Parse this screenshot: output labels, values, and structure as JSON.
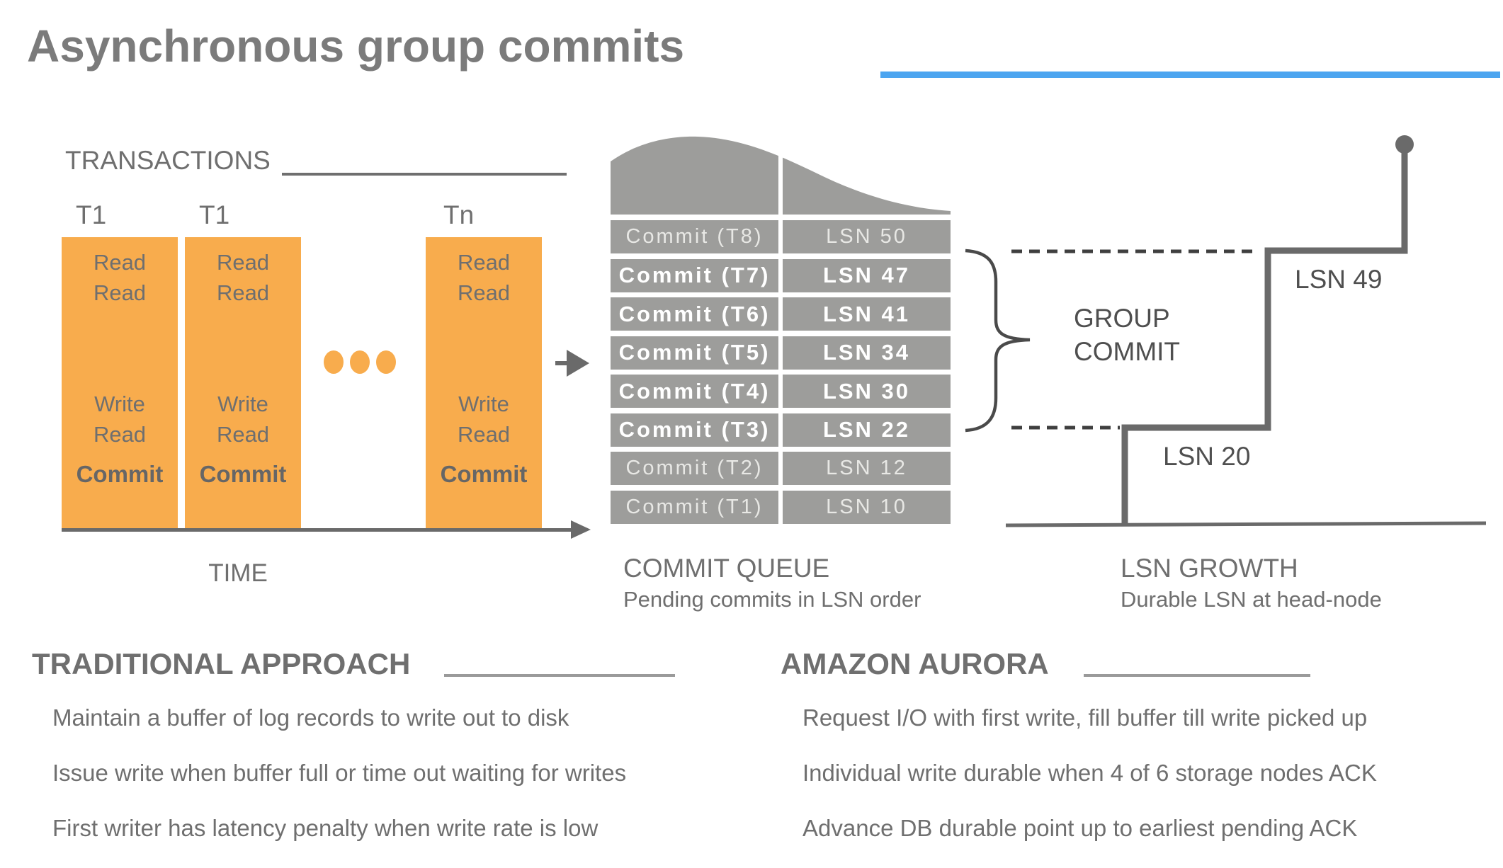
{
  "title": "Asynchronous group commits",
  "colors": {
    "accent_blue": "#4CA5F0",
    "orange": "#F8AC4D",
    "fill_gray": "#9D9D9B",
    "line_gray": "#6A6A6A",
    "text_gray": "#6F6F6F"
  },
  "transactions": {
    "heading": "TRANSACTIONS",
    "time_label": "TIME",
    "columns": [
      {
        "label": "T1",
        "operations": [
          "Read",
          "Read",
          "Write",
          "Read"
        ],
        "commit_label": "Commit"
      },
      {
        "label": "T1",
        "operations": [
          "Read",
          "Read",
          "Write",
          "Read"
        ],
        "commit_label": "Commit"
      },
      {
        "label": "Tn",
        "operations": [
          "Read",
          "Read",
          "Write",
          "Read"
        ],
        "commit_label": "Commit"
      }
    ]
  },
  "commit_queue": {
    "heading": "COMMIT QUEUE",
    "subheading": "Pending commits in LSN order",
    "rows": [
      {
        "commit": "Commit (T8)",
        "lsn": "LSN 50",
        "emphasis": false
      },
      {
        "commit": "Commit (T7)",
        "lsn": "LSN 47",
        "emphasis": true
      },
      {
        "commit": "Commit (T6)",
        "lsn": "LSN 41",
        "emphasis": true
      },
      {
        "commit": "Commit (T5)",
        "lsn": "LSN 34",
        "emphasis": true
      },
      {
        "commit": "Commit (T4)",
        "lsn": "LSN 30",
        "emphasis": true
      },
      {
        "commit": "Commit (T3)",
        "lsn": "LSN 22",
        "emphasis": true
      },
      {
        "commit": "Commit (T2)",
        "lsn": "LSN 12",
        "emphasis": false
      },
      {
        "commit": "Commit (T1)",
        "lsn": "LSN 10",
        "emphasis": false
      }
    ]
  },
  "group_commit": {
    "line1": "GROUP",
    "line2": "COMMIT"
  },
  "lsn_growth": {
    "heading": "LSN GROWTH",
    "subheading": "Durable LSN at head-node",
    "upper_label": "LSN 49",
    "lower_label": "LSN 20"
  },
  "comparison": {
    "traditional": {
      "heading": "TRADITIONAL APPROACH",
      "points": [
        "Maintain a buffer of log records to write out to disk",
        "Issue write when buffer full or time out waiting for writes",
        "First writer has latency penalty when write rate is low"
      ]
    },
    "aurora": {
      "heading": "AMAZON AURORA",
      "points": [
        "Request I/O with first write, fill buffer till write picked up",
        "Individual write durable when 4 of 6 storage nodes ACK",
        "Advance DB durable point up to earliest pending ACK"
      ]
    }
  }
}
